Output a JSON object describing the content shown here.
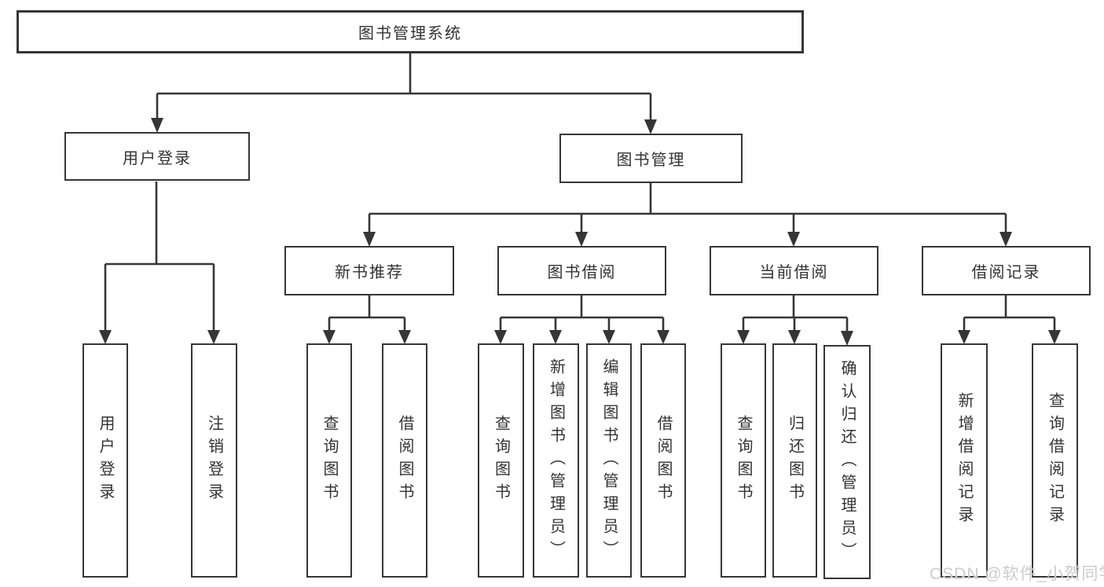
{
  "tree": {
    "root": "图书管理系统",
    "level2": {
      "user_login": "用户登录",
      "book_mgmt": "图书管理"
    },
    "level3": {
      "new_books": "新书推荐",
      "book_borrow": "图书借阅",
      "current_borrow": "当前借阅",
      "borrow_records": "借阅记录"
    },
    "leaves": {
      "user_login": [
        "用户登录",
        "注销登录"
      ],
      "new_books": [
        "查询图书",
        "借阅图书"
      ],
      "book_borrow": [
        "查询图书",
        "新增图书（管理员）",
        "编辑图书（管理员）",
        "借阅图书"
      ],
      "current_borrow": [
        "查询图书",
        "归还图书",
        "确认归还（管理员）"
      ],
      "borrow_records": [
        "新增借阅记录",
        "查询借阅记录"
      ]
    }
  },
  "watermark": "CSDN @软件_小贺同学",
  "colors": {
    "line": "#363636",
    "text": "#333333",
    "watermark": "#cccccc",
    "background": "#ffffff"
  }
}
